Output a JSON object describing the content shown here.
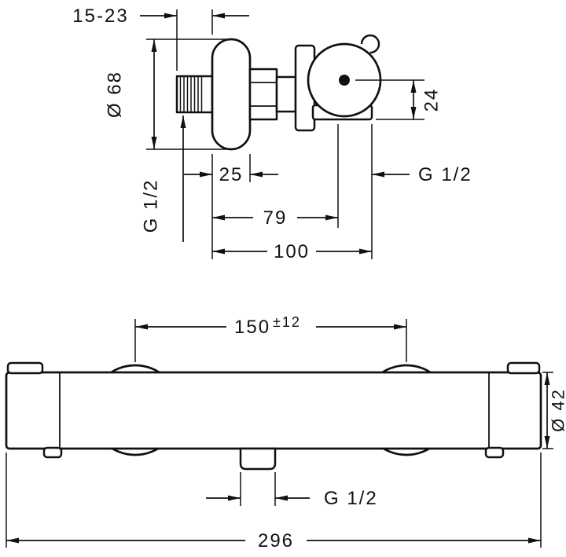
{
  "colors": {
    "ink": "#111111",
    "background": "#ffffff"
  },
  "top_view": {
    "wall_distance_range": "15-23",
    "escutcheon_diameter": "Ø 68",
    "outlet_offset": "24",
    "escutcheon_depth": "25",
    "outlet_thread": "G 1/2",
    "depth_to_outlet_center": "79",
    "overall_depth": "100",
    "inlet_thread": "G 1/2"
  },
  "front_view": {
    "hose_center_distance": "150",
    "hose_center_tolerance": "±12",
    "body_diameter": "Ø 42",
    "outlet_thread": "G 1/2",
    "overall_width": "296"
  }
}
